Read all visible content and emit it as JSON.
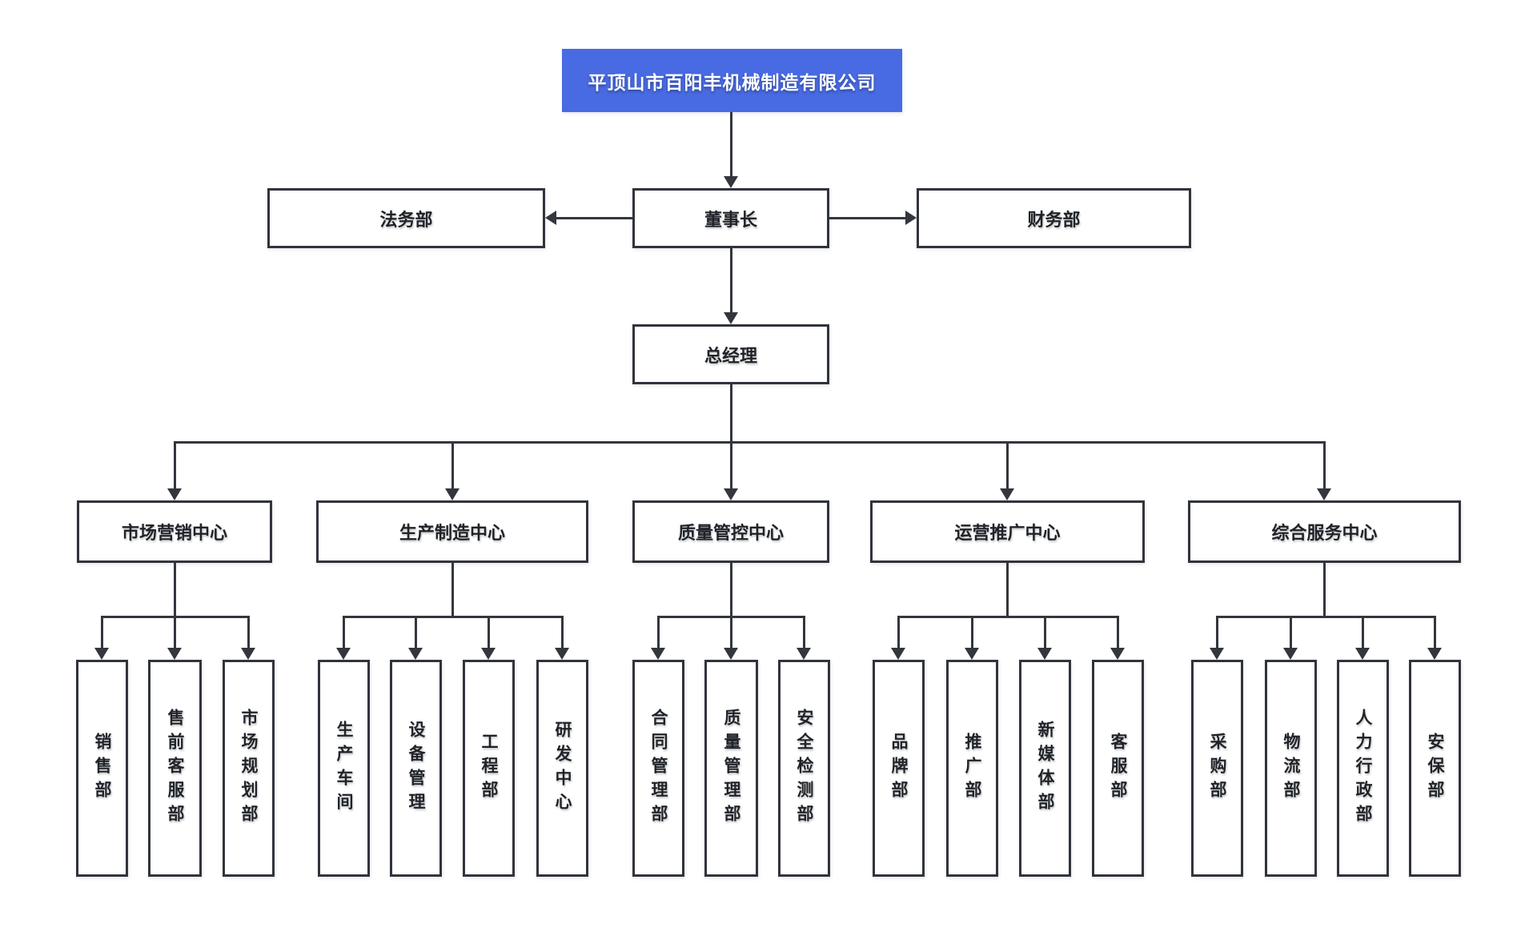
{
  "colors": {
    "accent": "#486AE2",
    "line": "#33363d",
    "border": "#30343c",
    "text": "#1f2329",
    "root_text": "#ffffff",
    "bg": "#ffffff"
  },
  "org": {
    "root": "平顶山市百阳丰机械制造有限公司",
    "chairman": "董事长",
    "legal": "法务部",
    "finance": "财务部",
    "general_manager": "总经理",
    "centers": [
      {
        "label": "市场营销中心",
        "children": [
          "销售部",
          "售前客服部",
          "市场规划部"
        ]
      },
      {
        "label": "生产制造中心",
        "children": [
          "生产车间",
          "设备管理",
          "工程部",
          "研发中心"
        ]
      },
      {
        "label": "质量管控中心",
        "children": [
          "合同管理部",
          "质量管理部",
          "安全检测部"
        ]
      },
      {
        "label": "运营推广中心",
        "children": [
          "品牌部",
          "推广部",
          "新媒体部",
          "客服部"
        ]
      },
      {
        "label": "综合服务中心",
        "children": [
          "采购部",
          "物流部",
          "人力行政部",
          "安保部"
        ]
      }
    ]
  }
}
